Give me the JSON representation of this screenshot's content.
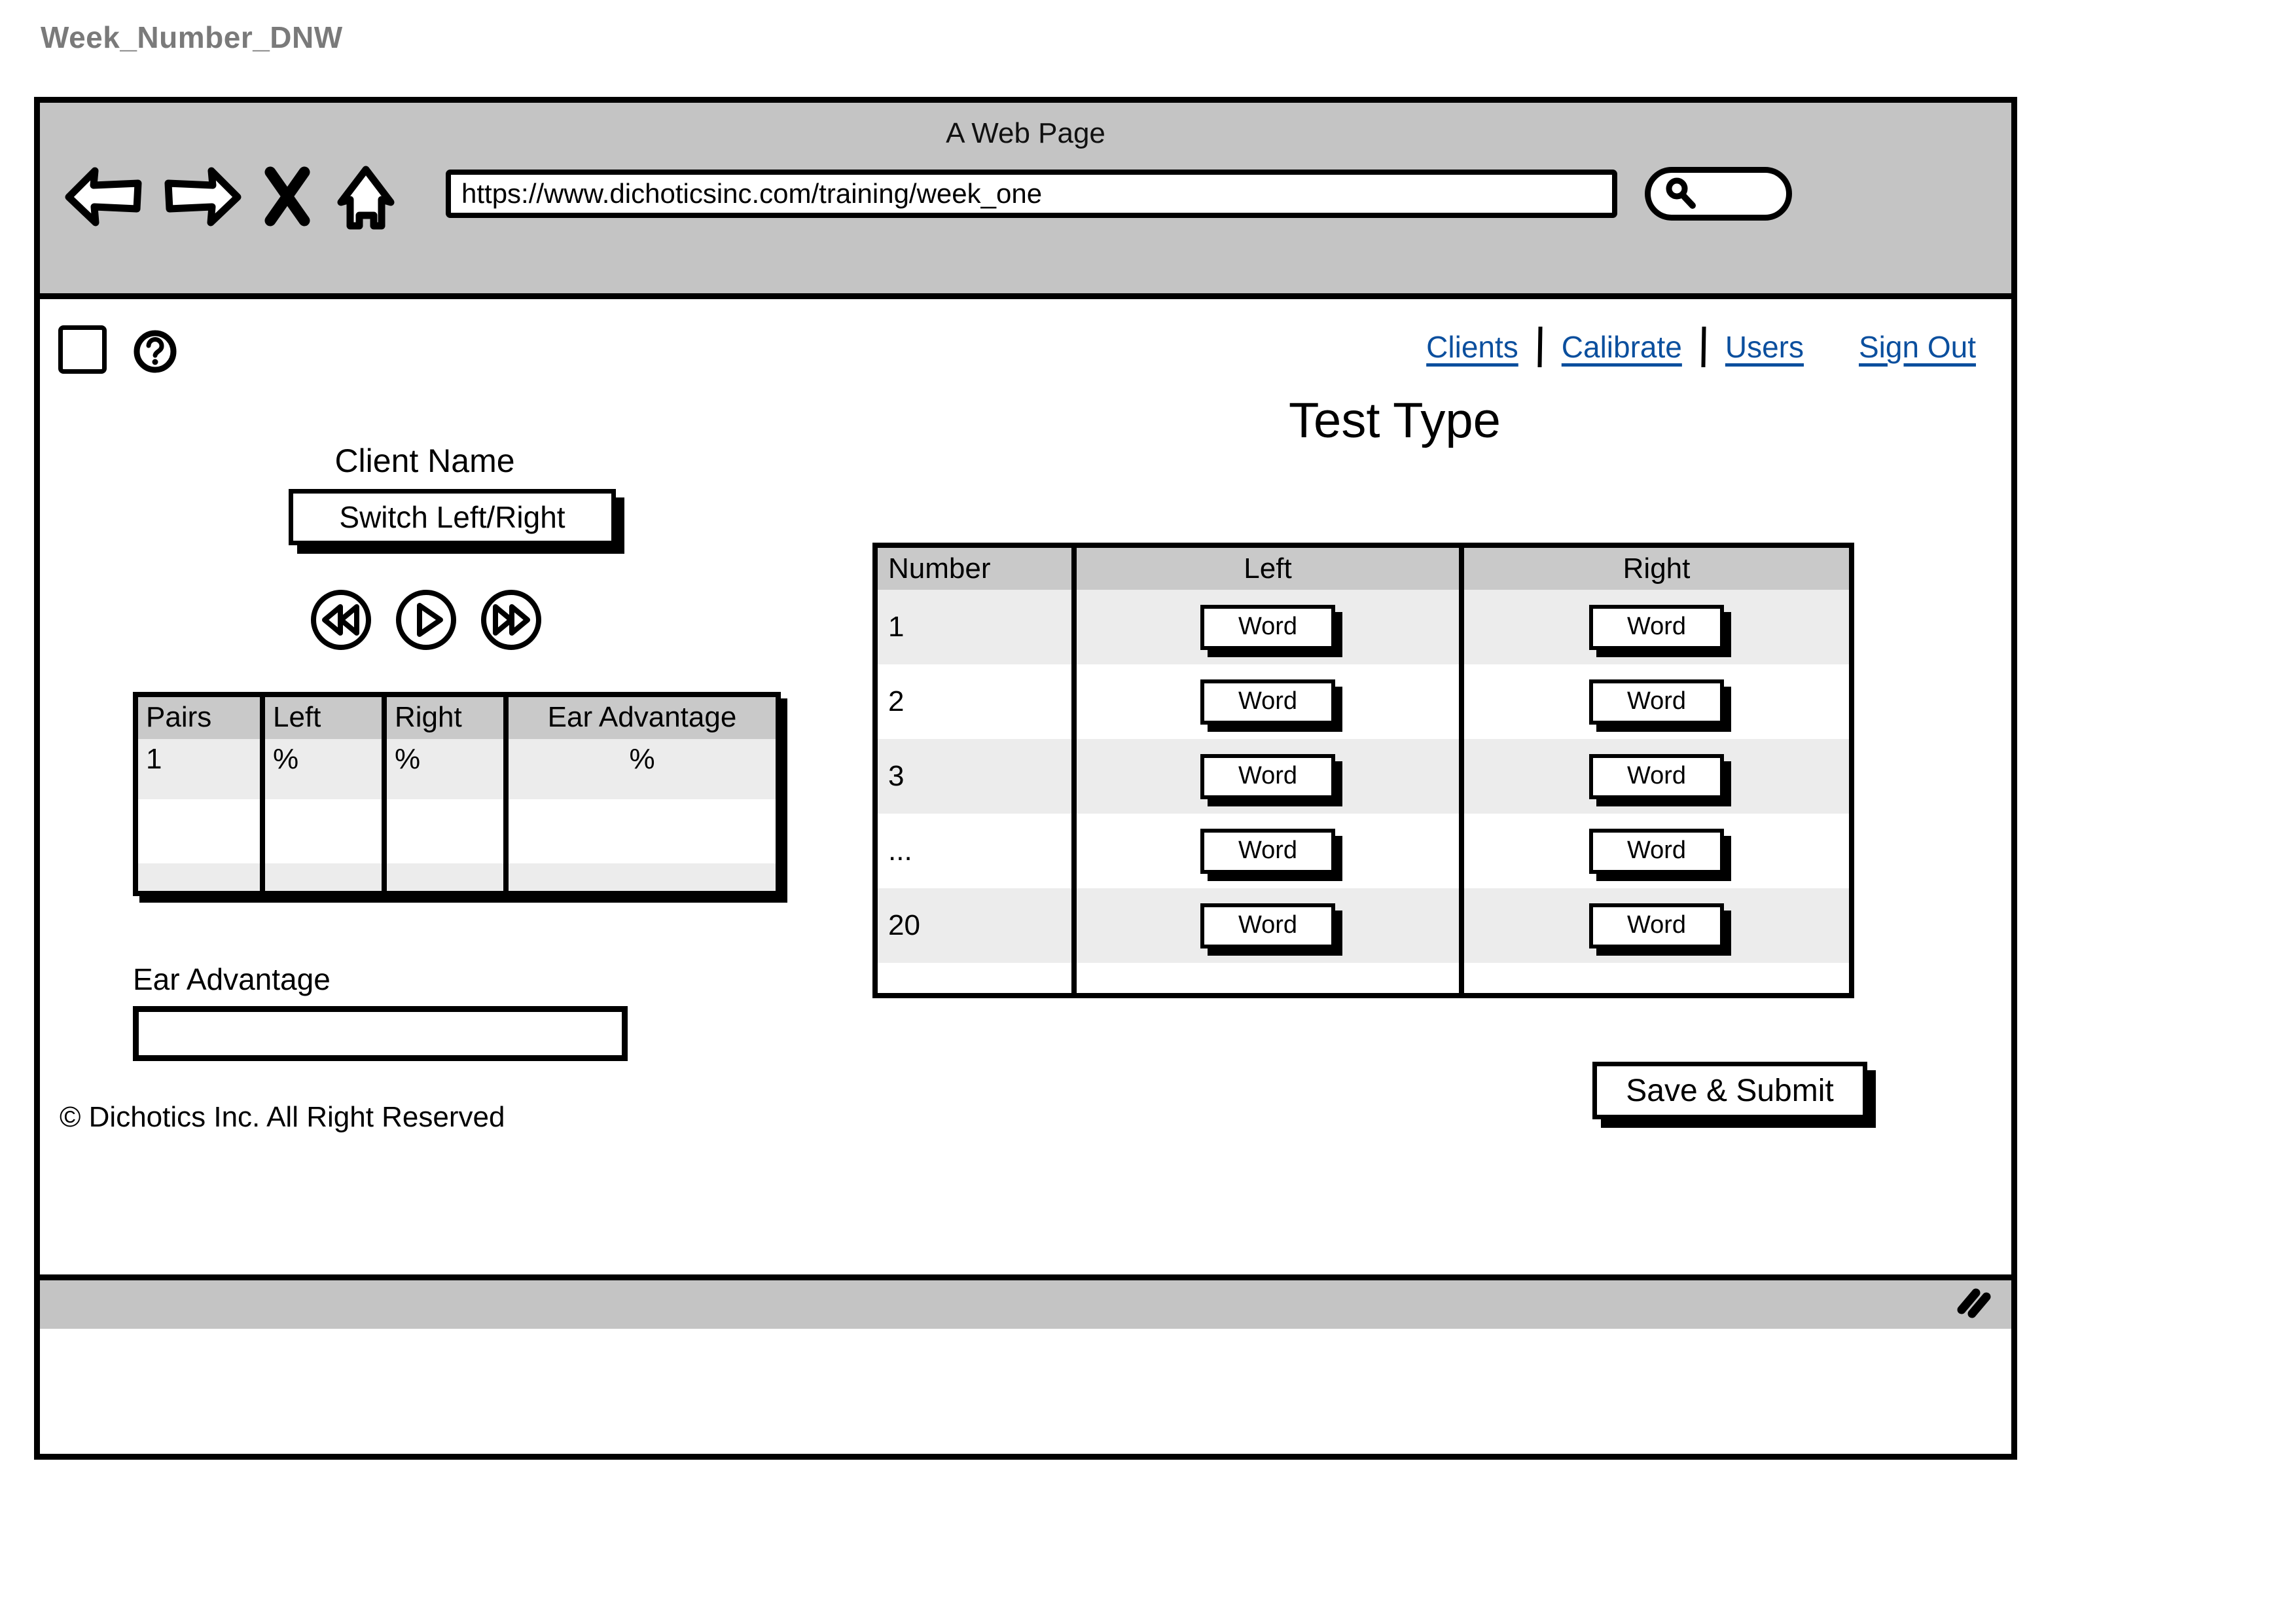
{
  "page_title": "Week_Number_DNW",
  "browser": {
    "window_title": "A Web Page",
    "url": "https://www.dichoticsinc.com/training/week_one",
    "search_placeholder": "",
    "icons": {
      "back": "back-arrow-icon",
      "forward": "forward-arrow-icon",
      "stop": "stop-x-icon",
      "home": "home-icon",
      "search": "search-icon",
      "resize": "resize-grip-icon"
    }
  },
  "top_bar": {
    "checkbox_checked": false,
    "help_icon": "help-circle-icon",
    "links": [
      {
        "label": "Clients"
      },
      {
        "label": "Calibrate"
      },
      {
        "label": "Users"
      }
    ],
    "sign_out_label": "Sign Out",
    "link_color": "#0b4f9e"
  },
  "main": {
    "test_type_title": "Test Type",
    "client_name_label": "Client Name",
    "switch_button_label": "Switch Left/Right",
    "media_controls": [
      {
        "name": "rewind-button",
        "icon": "rewind-icon"
      },
      {
        "name": "play-button",
        "icon": "play-icon"
      },
      {
        "name": "fast-forward-button",
        "icon": "fast-forward-icon"
      }
    ],
    "pairs_table": {
      "headers": [
        "Pairs",
        "Left",
        "Right",
        "Ear Advantage"
      ],
      "rows": [
        {
          "pairs": "1",
          "left": "%",
          "right": "%",
          "ear_advantage": "%"
        }
      ]
    },
    "ear_advantage": {
      "label": "Ear Advantage",
      "value": "",
      "placeholder": ""
    },
    "words_table": {
      "headers": [
        "Number",
        "Left",
        "Right"
      ],
      "rows": [
        {
          "number": "1",
          "left": "Word",
          "right": "Word"
        },
        {
          "number": "2",
          "left": "Word",
          "right": "Word"
        },
        {
          "number": "3",
          "left": "Word",
          "right": "Word"
        },
        {
          "number": "...",
          "left": "Word",
          "right": "Word"
        },
        {
          "number": "20",
          "left": "Word",
          "right": "Word"
        }
      ]
    },
    "save_submit_label": "Save & Submit",
    "copyright": "© Dichotics Inc. All Right Reserved"
  }
}
